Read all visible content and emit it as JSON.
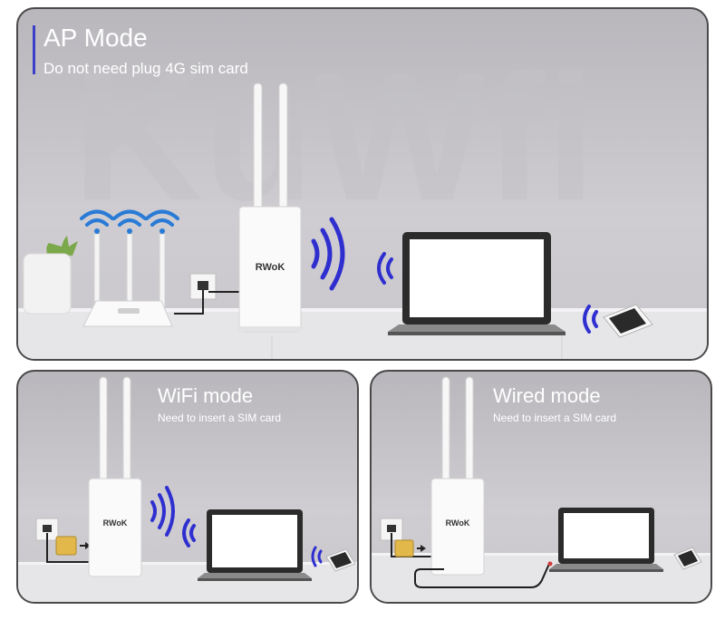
{
  "panels": {
    "ap": {
      "title": "AP Mode",
      "subtitle": "Do not need plug 4G sim card"
    },
    "wifi": {
      "title": "WiFi mode",
      "subtitle": "Need to insert a SIM card"
    },
    "wired": {
      "title": "Wired mode",
      "subtitle": "Need to insert a SIM card"
    }
  },
  "device_label": "RWoK",
  "watermark": "KuWfi",
  "colors": {
    "accent": "#3b3fc8",
    "wave": "#2f2fd0",
    "router_blue": "#2a7bd6",
    "sim_gold": "#e2b84a",
    "cable_red": "#d23a3a"
  }
}
